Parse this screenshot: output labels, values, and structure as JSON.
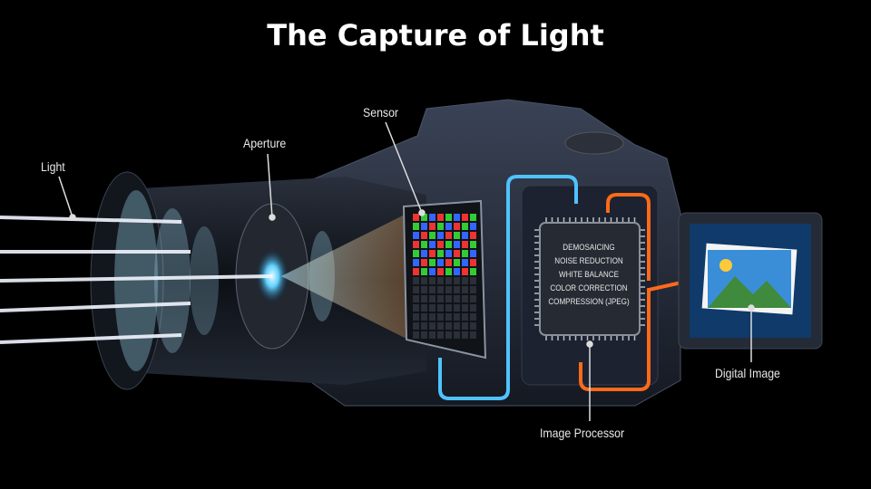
{
  "title": "The Capture of Light",
  "labels": {
    "light": "Light",
    "aperture": "Aperture",
    "sensor": "Sensor",
    "image_processor": "Image Processor",
    "digital_image": "Digital Image"
  },
  "processor_steps": [
    "DEMOSAICING",
    "NOISE REDUCTION",
    "WHITE BALANCE",
    "COLOR CORRECTION",
    "COMPRESSION (JPEG)"
  ],
  "colors": {
    "data_in": "#4fc3ff",
    "data_out": "#ff6a1a",
    "background": "#000000"
  }
}
